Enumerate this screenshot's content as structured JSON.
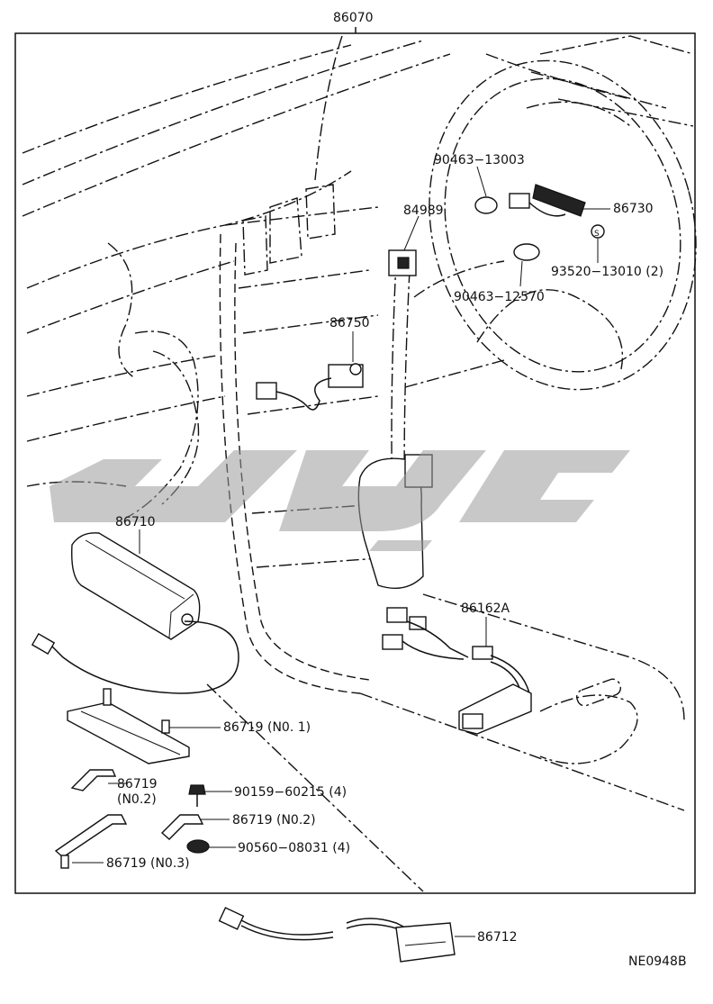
{
  "diagram": {
    "frame_label": "86070",
    "drawing_code": "NE0948B",
    "callouts": [
      {
        "id": "c-90463-13003",
        "text": "90463−13003"
      },
      {
        "id": "c-86730",
        "text": "86730"
      },
      {
        "id": "c-84989",
        "text": "84989"
      },
      {
        "id": "c-93520",
        "text": "93520−13010 (2)"
      },
      {
        "id": "c-90463-12570",
        "text": "90463−12570"
      },
      {
        "id": "c-86750",
        "text": "86750"
      },
      {
        "id": "c-86710",
        "text": "86710"
      },
      {
        "id": "c-86162a",
        "text": "86162A"
      },
      {
        "id": "c-86719-no1",
        "text": "86719 (N0. 1)"
      },
      {
        "id": "c-86719-a",
        "text": "86719"
      },
      {
        "id": "c-no2-a",
        "text": "(N0.2)"
      },
      {
        "id": "c-90159",
        "text": "90159−60215 (4)"
      },
      {
        "id": "c-86719-no2",
        "text": "86719 (N0.2)"
      },
      {
        "id": "c-90560",
        "text": "90560−08031 (4)"
      },
      {
        "id": "c-86719-no3",
        "text": "86719 (N0.3)"
      },
      {
        "id": "c-86712",
        "text": "86712"
      }
    ]
  }
}
